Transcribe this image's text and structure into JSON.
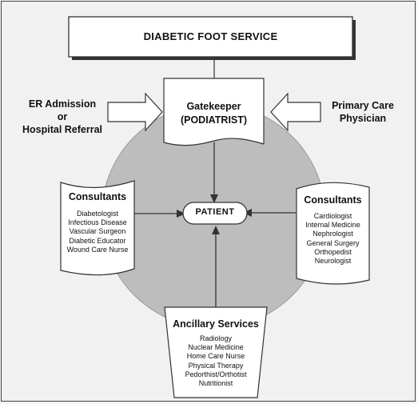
{
  "title": "DIABETIC FOOT SERVICE",
  "er_admission": {
    "line1": "ER Admission",
    "line2": "or",
    "line3": "Hospital Referral"
  },
  "primary_care": {
    "line1": "Primary Care",
    "line2": "Physician"
  },
  "gatekeeper": {
    "line1": "Gatekeeper",
    "line2": "(PODIATRIST)"
  },
  "patient": "PATIENT",
  "consultants_left": {
    "title": "Consultants",
    "items": [
      "Diabetologist",
      "Infectious Disease",
      "Vascular Surgeon",
      "Diabetic Educator",
      "Wound Care Nurse"
    ]
  },
  "consultants_right": {
    "title": "Consultants",
    "items": [
      "Cardiologist",
      "Internal Medicine",
      "Nephrologist",
      "General Surgery",
      "Orthopedist",
      "Neurologist"
    ]
  },
  "ancillary": {
    "title": "Ancillary Services",
    "items": [
      "Radiology",
      "Nuclear Medicine",
      "Home Care Nurse",
      "Physical Therapy",
      "Pedorthist/Orthotist",
      "Nutritionist"
    ]
  },
  "colors": {
    "circle": "#bdbdbd",
    "box_fill": "#ffffff",
    "stroke": "#333333",
    "background": "#f1f1f1"
  }
}
